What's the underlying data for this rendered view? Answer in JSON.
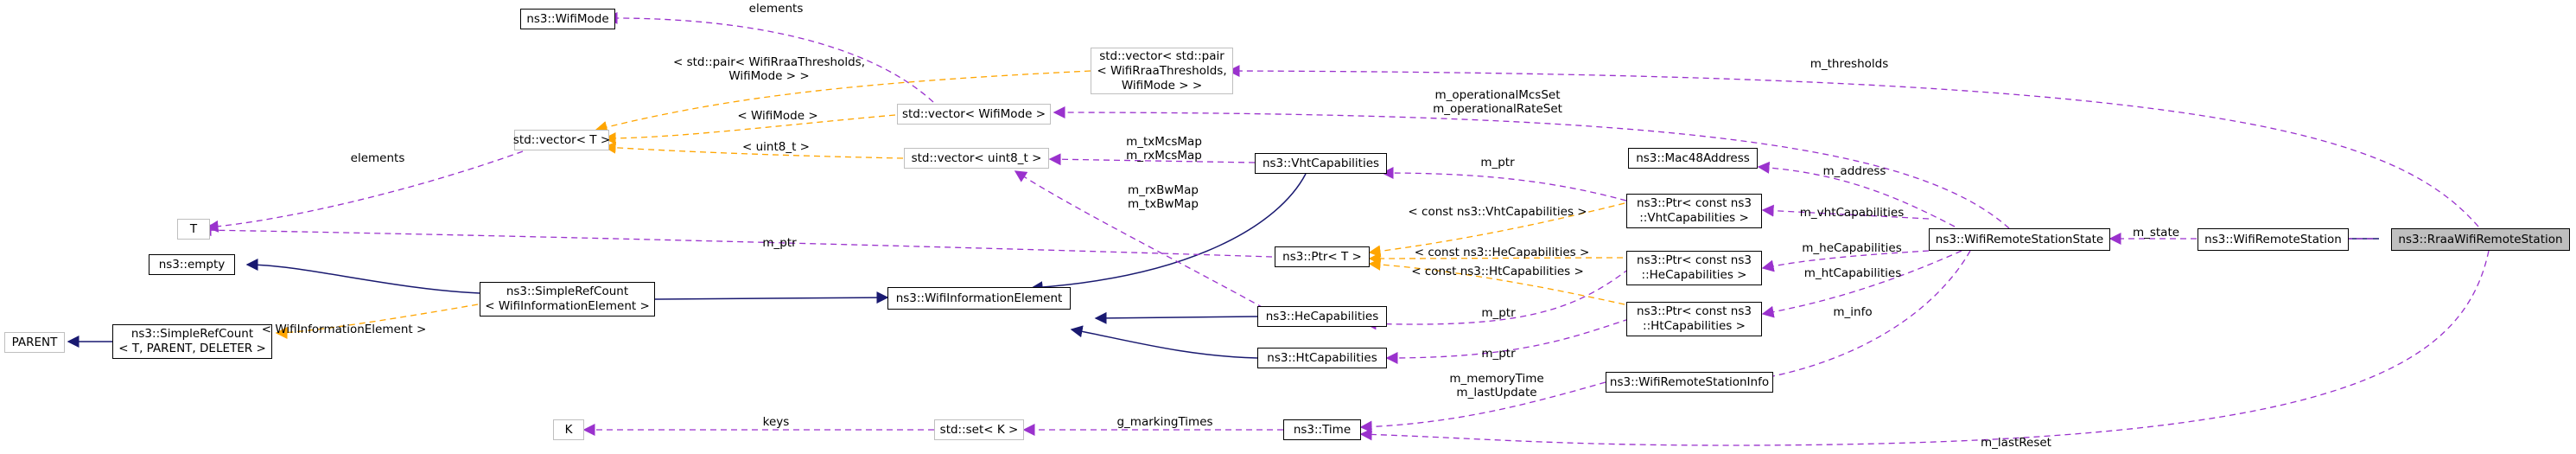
{
  "nodes": {
    "wifimode": "ns3::WifiMode",
    "vec_pair": [
      "std::vector< std::pair",
      "< WifiRraaThresholds,",
      "WifiMode > >"
    ],
    "vec_t": "std::vector< T >",
    "vec_wifimode": "std::vector< WifiMode >",
    "vec_uint8": "std::vector< uint8_t >",
    "t": "T",
    "vht": "ns3::VhtCapabilities",
    "mac48": "ns3::Mac48Address",
    "ptr_vht": [
      "ns3::Ptr< const ns3",
      "::VhtCapabilities >"
    ],
    "ptr_t": "ns3::Ptr< T >",
    "ptr_he": [
      "ns3::Ptr< const ns3",
      "::HeCapabilities >"
    ],
    "ptr_ht": [
      "ns3::Ptr< const ns3",
      "::HtCapabilities >"
    ],
    "state": "ns3::WifiRemoteStationState",
    "station": "ns3::WifiRemoteStation",
    "rraa": "ns3::RraaWifiRemoteStation",
    "empty": "ns3::empty",
    "src_wie": [
      "ns3::SimpleRefCount",
      "< WifiInformationElement >"
    ],
    "src_t": [
      "ns3::SimpleRefCount",
      "< T, PARENT, DELETER >"
    ],
    "parent": "PARENT",
    "wie": "ns3::WifiInformationElement",
    "he": "ns3::HeCapabilities",
    "htcap": "ns3::HtCapabilities",
    "info": "ns3::WifiRemoteStationInfo",
    "k": "K",
    "set_k": "std::set< K >",
    "time": "ns3::Time"
  },
  "edge_labels": {
    "elements_top": "elements",
    "m_thresholds": "m_thresholds",
    "pair_template": [
      "< std::pair< WifiRraaThresholds,",
      "WifiMode > >"
    ],
    "opmcs": [
      "m_operationalMcsSet",
      "m_operationalRateSet"
    ],
    "elements_left": "elements",
    "wifimode_template": "< WifiMode >",
    "uint8_template": "< uint8_t >",
    "txmcs": [
      "m_txMcsMap",
      "m_rxMcsMap"
    ],
    "m_ptr_vht": "m_ptr",
    "m_address": "m_address",
    "rxbw": [
      "m_rxBwMap",
      "m_txBwMap"
    ],
    "vht_template": "< const ns3::VhtCapabilities >",
    "m_vhtcap": "m_vhtCapabilities",
    "m_state": "m_state",
    "m_ptr_t": "m_ptr",
    "he_template": "< const ns3::HeCapabilities >",
    "m_hecap": "m_heCapabilities",
    "ht_template": "< const ns3::HtCapabilities >",
    "m_htcap": "m_htCapabilities",
    "m_info": "m_info",
    "wie_template": "< WifiInformationElement >",
    "m_ptr_he": "m_ptr",
    "m_ptr_ht": "m_ptr",
    "memtime": [
      "m_memoryTime",
      "m_lastUpdate"
    ],
    "keys": "keys",
    "g_marking": "g_markingTimes",
    "m_lastreset": "m_lastReset"
  },
  "colors": {
    "inheritance": "#191970",
    "usage": "#9a32cd",
    "template": "#ffa500",
    "focus_fill": "#bfbfbf",
    "undocumented_border": "#bfbfbf"
  }
}
